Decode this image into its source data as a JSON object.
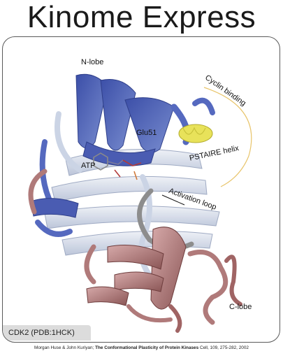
{
  "title": "Kinome Express",
  "labels": {
    "n_lobe": "N-lobe",
    "cyclin_binding": "Cyclin binding",
    "glu51": "Glu51",
    "pstaire_helix": "PSTAIRE helix",
    "atp": "ATP",
    "activation_loop": "Activation loop",
    "c_lobe": "C-lobe"
  },
  "caption": "CDK2 (PDB:1HCK)",
  "credit": {
    "authors": "Morgan Huse & John Kuriyan;",
    "article": "The Conformational Plasticity of Protein Kinases",
    "journal": "Cell, 109, 275-282, 2002"
  },
  "colors": {
    "n_lobe": "#4f63b8",
    "c_lobe": "#b07a7a",
    "pstaire": "#e8e25a",
    "pale_blue": "#c9d2e4",
    "arc": "#e8c46a"
  }
}
